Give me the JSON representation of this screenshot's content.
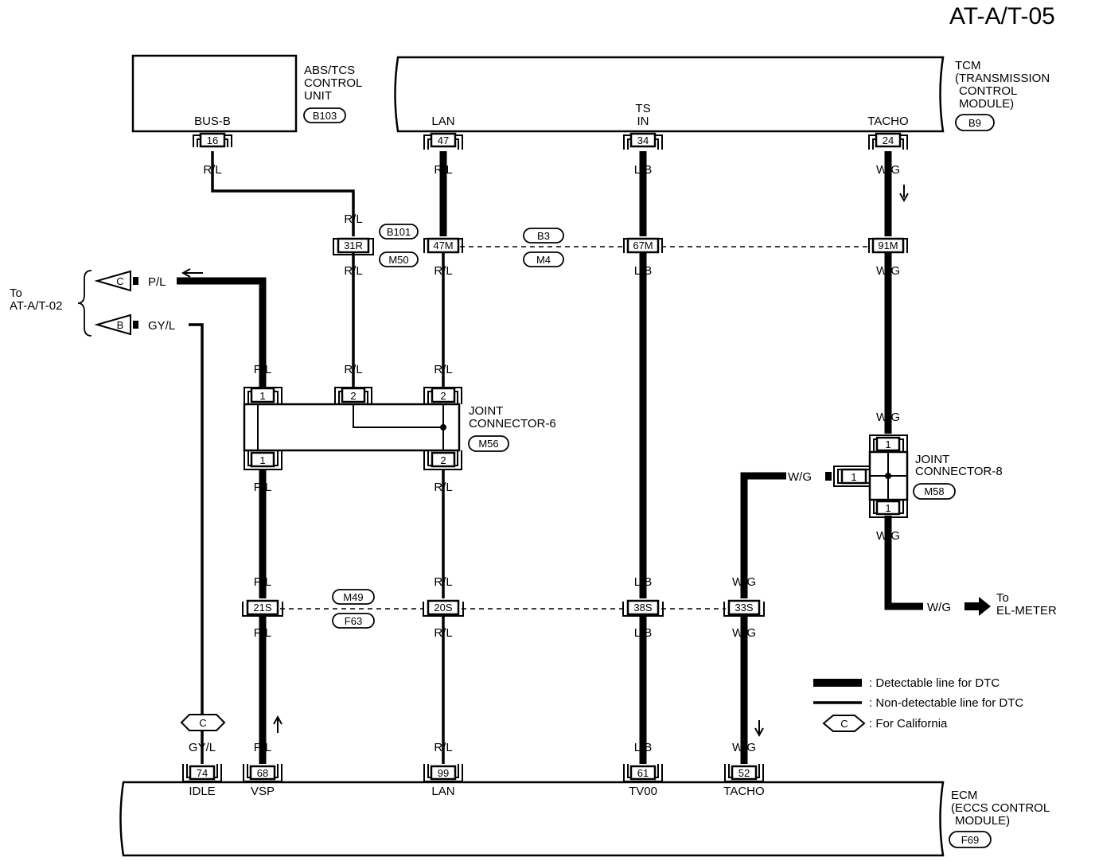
{
  "page_title": "AT-A/T-05",
  "units": {
    "abs_tcs": {
      "name_lines": [
        "ABS/TCS",
        "CONTROL",
        "UNIT"
      ],
      "connector": "B103",
      "terminal": "BUS-B",
      "pin": "16"
    },
    "tcm": {
      "name_lines": [
        "TCM",
        "(TRANSMISSION",
        "CONTROL",
        "MODULE)"
      ],
      "connector": "B9",
      "terminals": {
        "lan": "LAN",
        "ts_in_1": "TS",
        "ts_in_2": "IN",
        "tacho": "TACHO"
      },
      "pins": {
        "lan": "47",
        "ts_in": "34",
        "tacho": "24"
      }
    },
    "ecm": {
      "name_lines": [
        "ECM",
        "(ECCS CONTROL",
        "MODULE)"
      ],
      "connector": "F69",
      "terminals": {
        "idle": "IDLE",
        "vsp": "VSP",
        "lan": "LAN",
        "tv00": "TV00",
        "tacho": "TACHO"
      },
      "pins": {
        "idle": "74",
        "vsp": "68",
        "lan": "99",
        "tv00": "61",
        "tacho": "52"
      }
    }
  },
  "wire_colors": {
    "rl": "R/L",
    "lb": "L/B",
    "wg": "W/G",
    "pl": "P/L",
    "gyl": "GY/L"
  },
  "connectors": {
    "b101": "B101",
    "m50": "M50",
    "b3": "B3",
    "m4": "M4",
    "m49": "M49",
    "f63": "F63",
    "p31r": "31R",
    "p47m": "47M",
    "p67m": "67M",
    "p91m": "91M",
    "p21s": "21S",
    "p20s": "20S",
    "p38s": "38S",
    "p33s": "33S"
  },
  "joint6": {
    "name_lines": [
      "JOINT",
      "CONNECTOR-6"
    ],
    "connector": "M56",
    "pin1": "1",
    "pin2": "2"
  },
  "joint8": {
    "name_lines": [
      "JOINT",
      "CONNECTOR-8"
    ],
    "connector": "M58",
    "pin1": "1"
  },
  "to_atat02": {
    "line1": "To",
    "line2": "AT-A/T-02",
    "c_marker": "C",
    "b_marker": "B"
  },
  "to_el_meter": {
    "line1": "To",
    "line2": "EL-METER"
  },
  "california_marker": "C",
  "legend": {
    "detectable": ": Detectable line for DTC",
    "non_detectable": ": Non-detectable line for DTC",
    "california": ": For California",
    "california_symbol": "C"
  }
}
